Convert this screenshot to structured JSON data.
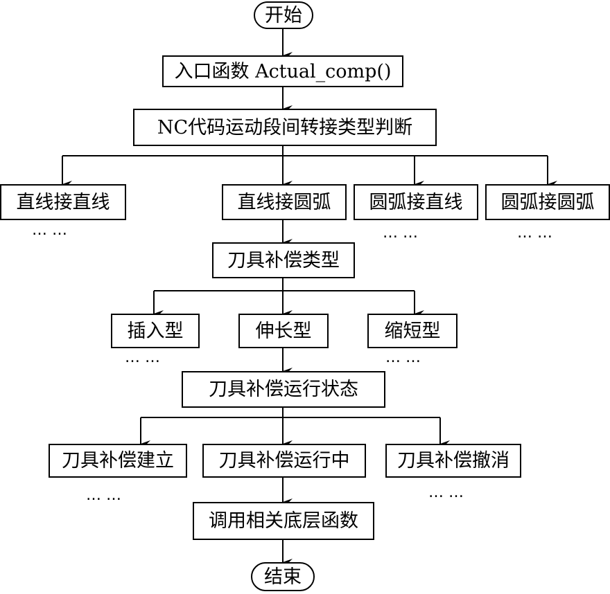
{
  "diagram": {
    "start": "开始",
    "entry": "入口函数  Actual_comp()",
    "judge": "NC代码运动段间转接类型判断",
    "transitions": [
      "直线接直线",
      "直线接圆弧",
      "圆弧接直线",
      "圆弧接圆弧"
    ],
    "comp_type": "刀具补偿类型",
    "comp_types": [
      "插入型",
      "伸长型",
      "缩短型"
    ],
    "run_state": "刀具补偿运行状态",
    "states": [
      "刀具补偿建立",
      "刀具补偿运行中",
      "刀具补偿撤消"
    ],
    "call": "调用相关底层函数",
    "end": "结束",
    "ellipsis": "……"
  }
}
